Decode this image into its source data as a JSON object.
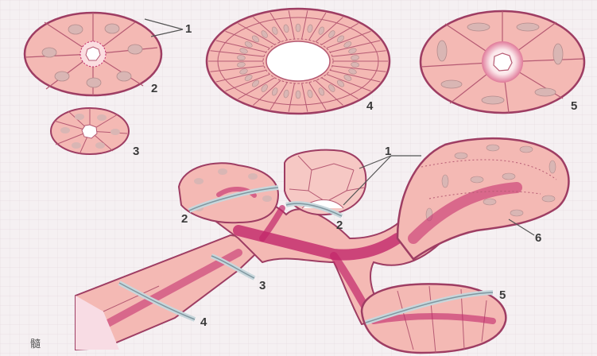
{
  "colors": {
    "background": "#f5f0f2",
    "grid": "#e6dde2",
    "cell_fill": "#f4b9b4",
    "cell_stroke": "#b65a73",
    "outline": "#9e3d63",
    "nucleus": "#d9b6b4",
    "lumen": "#ffffff",
    "duct_core": "#c2276a",
    "band": "#c7d6db",
    "band_stroke": "#7f97a0"
  },
  "labels": {
    "one_top": "1",
    "two_top": "2",
    "three_top": "3",
    "four_top": "4",
    "five_top": "5",
    "one_mid": "1",
    "two_left": "2",
    "two_mid": "2",
    "six": "6",
    "three_bottom": "3",
    "four_bottom": "4",
    "five_bottom": "5",
    "corner": "髓"
  }
}
